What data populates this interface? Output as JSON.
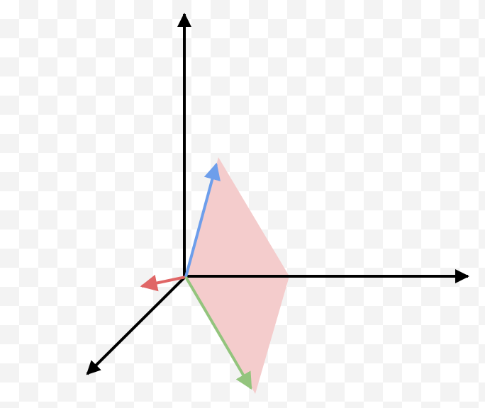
{
  "diagram": {
    "colors": {
      "axis": "#000000",
      "plane_fill": "#f4cccc",
      "vector_red": "#e06666",
      "vector_blue": "#6d9eeb",
      "vector_green": "#93c47d",
      "checker": "#f3f3f3"
    },
    "elements": {
      "axes": [
        "axis-up",
        "axis-right",
        "axis-diagonal"
      ],
      "plane": "parallelogram-plane",
      "vectors": [
        "vector-red",
        "vector-blue",
        "vector-green"
      ]
    }
  }
}
